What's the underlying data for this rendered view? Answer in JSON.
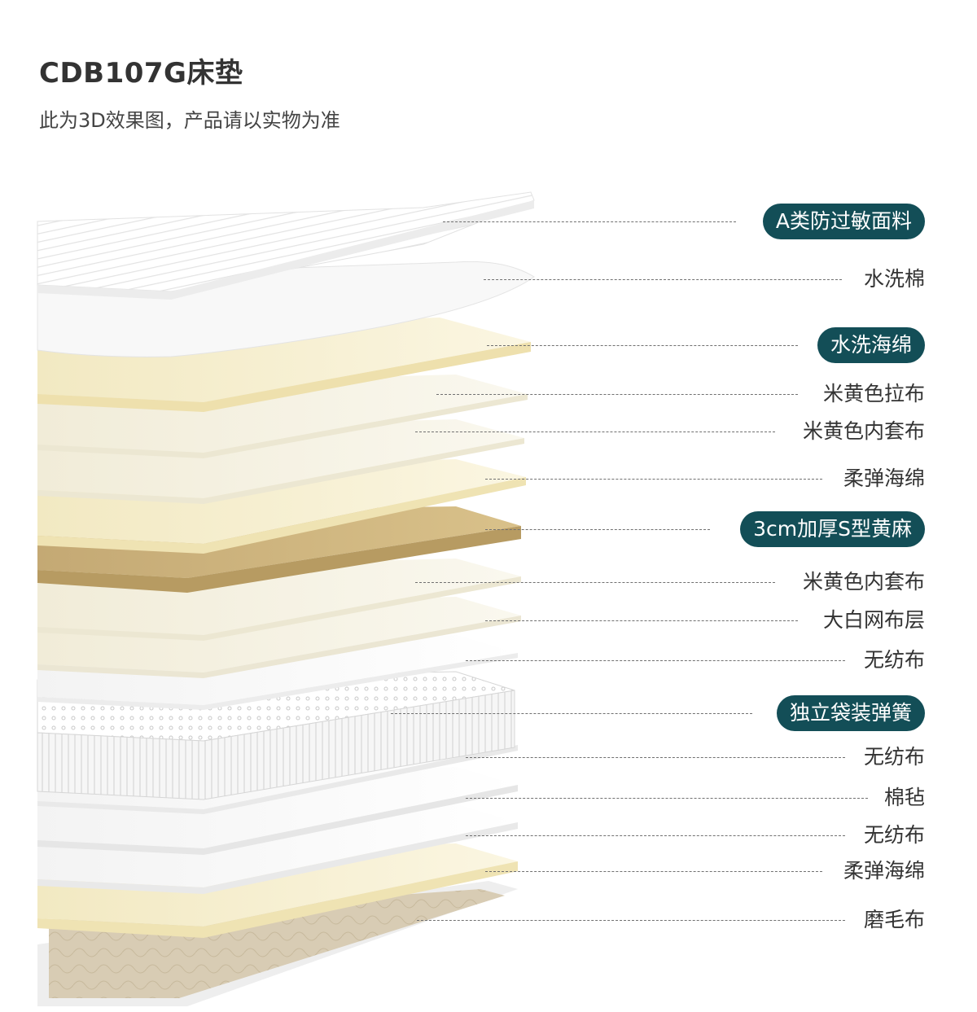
{
  "header": {
    "title": "CDB107G床垫",
    "subtitle": "此为3D效果图，产品请以实物为准"
  },
  "layers": [
    {
      "label": "A类防过敏面料",
      "highlight": true
    },
    {
      "label": "水洗棉",
      "highlight": false
    },
    {
      "label": "水洗海绵",
      "highlight": true
    },
    {
      "label": "米黄色拉布",
      "highlight": false
    },
    {
      "label": "米黄色内套布",
      "highlight": false
    },
    {
      "label": "柔弹海绵",
      "highlight": false
    },
    {
      "label": "3cm加厚S型黄麻",
      "highlight": true
    },
    {
      "label": "米黄色内套布",
      "highlight": false
    },
    {
      "label": "大白网布层",
      "highlight": false
    },
    {
      "label": "无纺布",
      "highlight": false
    },
    {
      "label": "独立袋装弹簧",
      "highlight": true
    },
    {
      "label": "无纺布",
      "highlight": false
    },
    {
      "label": "棉毡",
      "highlight": false
    },
    {
      "label": "无纺布",
      "highlight": false
    },
    {
      "label": "柔弹海绵",
      "highlight": false
    },
    {
      "label": "磨毛布",
      "highlight": false
    }
  ],
  "colors": {
    "highlight_pill": "#134e57",
    "cream": "#f6efcf",
    "jute": "#c9b07a",
    "white_layer": "#f7f7f7"
  }
}
